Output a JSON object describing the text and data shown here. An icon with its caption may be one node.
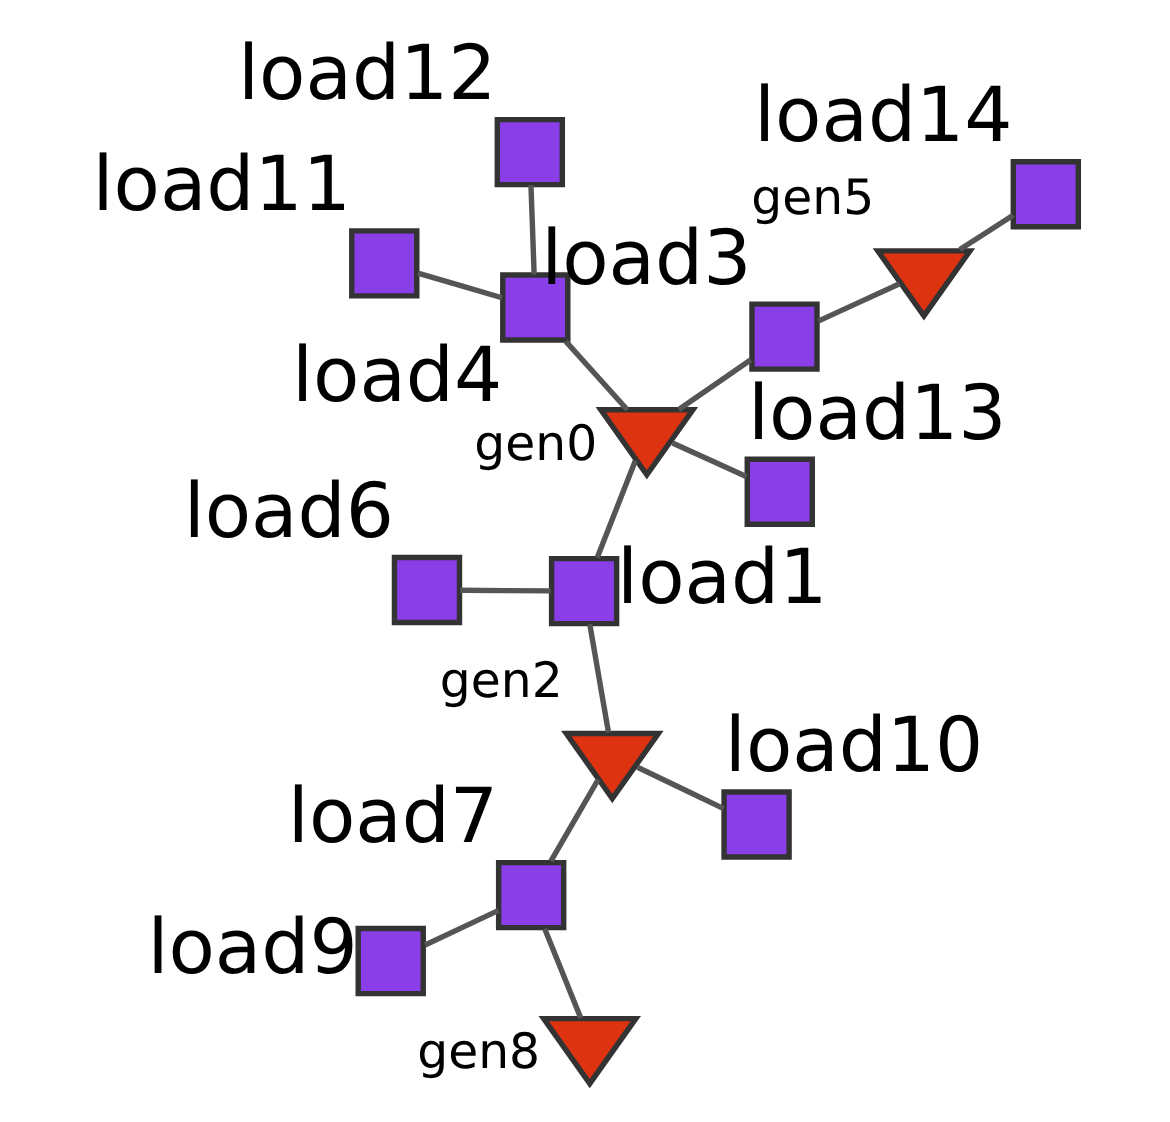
{
  "diagram": {
    "nodes": [
      {
        "text": [],
        "shape": "box",
        "beside": [
          "load11"
        ]
      },
      {
        "text": [],
        "shape": "box",
        "beside": [
          "load12"
        ]
      },
      {
        "text": [],
        "shape": "box",
        "beside": [
          "load10"
        ]
      },
      {
        "text": [],
        "shape": "box",
        "beside": [
          "load4"
        ]
      },
      {
        "text": [],
        "shape": "triangle",
        "beside": [
          "gen8"
        ]
      },
      {
        "text": [],
        "shape": "triangle",
        "beside": [
          "gen2"
        ]
      },
      {
        "text": [],
        "shape": "box",
        "beside": [
          "load7"
        ]
      },
      {
        "text": [],
        "shape": "box",
        "beside": [
          "load1"
        ]
      },
      {
        "text": [],
        "shape": "triangle",
        "beside": [
          "gen0"
        ]
      },
      {
        "text": [],
        "shape": "box",
        "beside": [
          "load13"
        ]
      },
      {
        "text": [],
        "shape": "box",
        "beside": [
          "load9"
        ]
      },
      {
        "text": [],
        "shape": "box",
        "beside": [
          "load6"
        ]
      },
      {
        "text": [],
        "shape": "box",
        "beside": [
          "load3"
        ]
      },
      {
        "text": [],
        "shape": "triangle",
        "beside": [
          "gen5"
        ]
      },
      {
        "text": [],
        "shape": "box",
        "beside": [
          "load14"
        ]
      }
    ],
    "edges": [
      {
        "from": 0,
        "to": 3,
        "arrow": "none"
      },
      {
        "from": 1,
        "to": 3,
        "arrow": "none"
      },
      {
        "from": 3,
        "to": 8,
        "arrow": "none"
      },
      {
        "from": 8,
        "to": 9,
        "arrow": "none"
      },
      {
        "from": 8,
        "to": 7,
        "arrow": "none"
      },
      {
        "from": 8,
        "to": 12,
        "arrow": "none"
      },
      {
        "from": 12,
        "to": 13,
        "arrow": "none"
      },
      {
        "from": 13,
        "to": 14,
        "arrow": "none"
      },
      {
        "from": 7,
        "to": 5,
        "arrow": "none"
      },
      {
        "from": 7,
        "to": 11,
        "arrow": "none"
      },
      {
        "from": 5,
        "to": 2,
        "arrow": "none"
      },
      {
        "from": 5,
        "to": 6,
        "arrow": "none"
      },
      {
        "from": 6,
        "to": 4,
        "arrow": "none"
      },
      {
        "from": 6,
        "to": 10,
        "arrow": "none"
      }
    ]
  }
}
